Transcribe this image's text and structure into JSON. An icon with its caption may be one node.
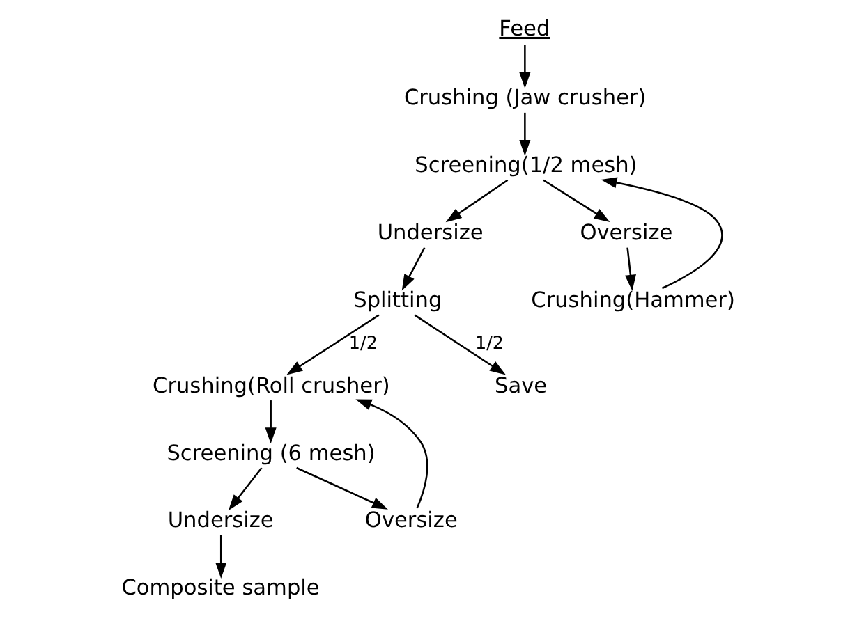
{
  "diagram": {
    "nodes": [
      {
        "text": [
          "Feed"
        ]
      },
      {
        "text": [
          "Crushing (Jaw crusher)"
        ]
      },
      {
        "text": [
          "Screening(1/2 mesh)"
        ]
      },
      {
        "text": [
          "Undersize"
        ]
      },
      {
        "text": [
          "Oversize"
        ]
      },
      {
        "text": [
          "Crushing(Hammer)"
        ]
      },
      {
        "text": [
          "Splitting"
        ]
      },
      {
        "text": [
          "Crushing(Roll crusher)"
        ]
      },
      {
        "text": [
          "Save"
        ]
      },
      {
        "text": [
          "Screening (6 mesh)"
        ]
      },
      {
        "text": [
          "Undersize"
        ]
      },
      {
        "text": [
          "Oversize"
        ]
      },
      {
        "text": [
          "Composite sample"
        ]
      }
    ],
    "edges": [
      {
        "from": 0,
        "to": 1,
        "arrow": "to"
      },
      {
        "from": 1,
        "to": 2,
        "arrow": "to"
      },
      {
        "from": 2,
        "to": 3,
        "arrow": "to"
      },
      {
        "from": 2,
        "to": 4,
        "arrow": "to"
      },
      {
        "from": 4,
        "to": 5,
        "arrow": "to"
      },
      {
        "from": 5,
        "to": 2,
        "arrow": "to"
      },
      {
        "from": 3,
        "to": 6,
        "arrow": "to"
      },
      {
        "from": 6,
        "to": 7,
        "arrow": "to",
        "label": "1/2"
      },
      {
        "from": 6,
        "to": 8,
        "arrow": "to",
        "label": "1/2"
      },
      {
        "from": 7,
        "to": 9,
        "arrow": "to"
      },
      {
        "from": 9,
        "to": 10,
        "arrow": "to"
      },
      {
        "from": 9,
        "to": 11,
        "arrow": "to"
      },
      {
        "from": 11,
        "to": 7,
        "arrow": "to"
      },
      {
        "from": 10,
        "to": 12,
        "arrow": "to"
      }
    ]
  }
}
